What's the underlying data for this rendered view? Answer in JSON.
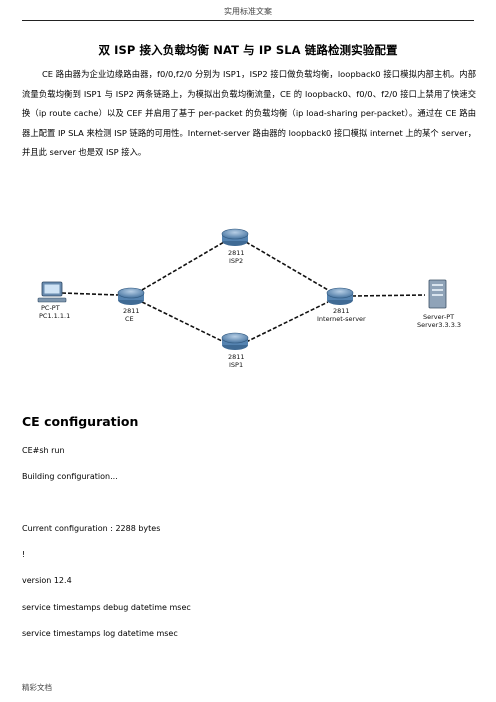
{
  "header": {
    "text": "实用标准文案"
  },
  "title": "双 ISP 接入负载均衡 NAT 与 IP SLA 链路检测实验配置",
  "intro": "CE 路由器为企业边缘路由器，f0/0,f2/0 分别为 ISP1，ISP2 接口做负载均衡，loopback0 接口模拟内部主机。内部流量负载均衡到 ISP1 与 ISP2 两条链路上，为模拟出负载均衡流量，CE 的 loopback0、f0/0、f2/0 接口上禁用了快速交换（ip route cache）以及 CEF 并启用了基于 per-packet 的负载均衡（ip load-sharing per-packet）。通过在 CE 路由器上配置 IP SLA 来检测 ISP 链路的可用性。Internet-server 路由器的 loopback0 接口模拟 internet 上的某个 server，并且此 server 也是双 ISP 接入。",
  "topology": {
    "pc": {
      "name": "PC-PT",
      "sublabel": "PC1.1.1.1"
    },
    "ce": {
      "model": "2811",
      "name": "CE"
    },
    "isp2": {
      "model": "2811",
      "name": "ISP2"
    },
    "isp1": {
      "model": "2811",
      "name": "ISP1"
    },
    "internet_server": {
      "model": "2811",
      "name": "Internet-server"
    },
    "server": {
      "name": "Server-PT",
      "sublabel": "Server3.3.3.3"
    }
  },
  "section": {
    "title": "CE configuration"
  },
  "config_lines": [
    "CE#sh run",
    "Building configuration...",
    "",
    "Current configuration : 2288 bytes",
    "!",
    "version 12.4",
    "service timestamps debug datetime msec",
    "service timestamps log datetime msec"
  ],
  "footer": {
    "text": "精彩文档"
  },
  "colors": {
    "router_body": "#6f9ac2",
    "server_body": "#8fa3b8",
    "link": "#111111"
  }
}
